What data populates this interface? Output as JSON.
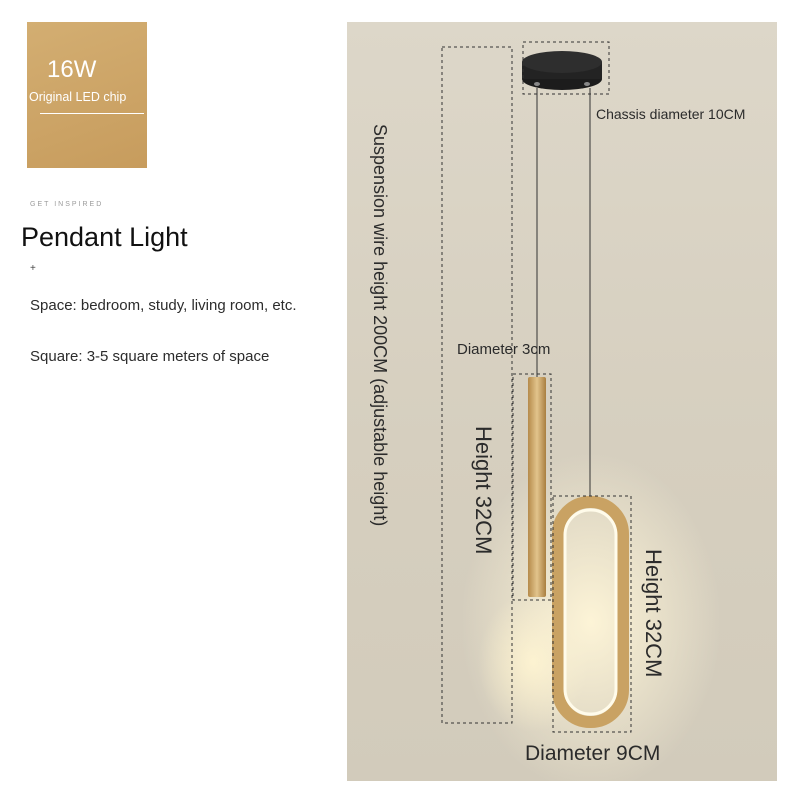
{
  "badge": {
    "wattage": "16W",
    "chip": "Original LED chip"
  },
  "kicker": "GET INSPIRED",
  "title": "Pendant Light",
  "plus": "+",
  "specs": {
    "space": "Space: bedroom, study, living room, etc.",
    "square": "Square: 3-5 square meters of space"
  },
  "dimensions": {
    "chassis": "Chassis diameter 10CM",
    "suspension": "Suspension wire height 200CM (adjustable height)",
    "tube_diameter": "Diameter 3cm",
    "tube_height": "Height 32CM",
    "ring_height": "Height 32CM",
    "ring_diameter": "Diameter 9CM"
  },
  "colors": {
    "gold": "#c79c5d",
    "background": "#d8d1c2"
  }
}
